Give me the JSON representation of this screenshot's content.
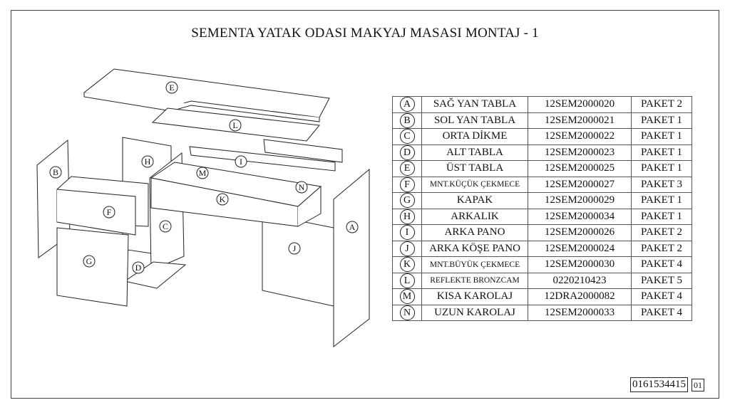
{
  "title": "SEMENTA YATAK ODASI MAKYAJ MASASI MONTAJ - 1",
  "parts": [
    {
      "letter": "A",
      "name": "SAĞ YAN TABLA",
      "code": "12SEM2000020",
      "package": "PAKET 2"
    },
    {
      "letter": "B",
      "name": "SOL YAN TABLA",
      "code": "12SEM2000021",
      "package": "PAKET 1"
    },
    {
      "letter": "C",
      "name": "ORTA DİKME",
      "code": "12SEM2000022",
      "package": "PAKET 1"
    },
    {
      "letter": "D",
      "name": "ALT TABLA",
      "code": "12SEM2000023",
      "package": "PAKET 1"
    },
    {
      "letter": "E",
      "name": "ÜST TABLA",
      "code": "12SEM2000025",
      "package": "PAKET 1"
    },
    {
      "letter": "F",
      "name": "MNT.KÜÇÜK ÇEKMECE",
      "code": "12SEM2000027",
      "package": "PAKET 3"
    },
    {
      "letter": "G",
      "name": "KAPAK",
      "code": "12SEM2000029",
      "package": "PAKET 1"
    },
    {
      "letter": "H",
      "name": "ARKALIK",
      "code": "12SEM2000034",
      "package": "PAKET 1"
    },
    {
      "letter": "I",
      "name": "ARKA PANO",
      "code": "12SEM2000026",
      "package": "PAKET 2"
    },
    {
      "letter": "J",
      "name": "ARKA KÖŞE PANO",
      "code": "12SEM2000024",
      "package": "PAKET 2"
    },
    {
      "letter": "K",
      "name": "MNT.BÜYÜK ÇEKMECE",
      "code": "12SEM2000030",
      "package": "PAKET 4"
    },
    {
      "letter": "L",
      "name": "REFLEKTE BRONZCAM",
      "code": "0220210423",
      "package": "PAKET 5"
    },
    {
      "letter": "M",
      "name": "KISA KAROLAJ",
      "code": "12DRA2000082",
      "package": "PAKET 4"
    },
    {
      "letter": "N",
      "name": "UZUN KAROLAJ",
      "code": "12SEM2000033",
      "package": "PAKET 4"
    }
  ],
  "footer": {
    "document_code": "0161534415",
    "revision": "01"
  }
}
